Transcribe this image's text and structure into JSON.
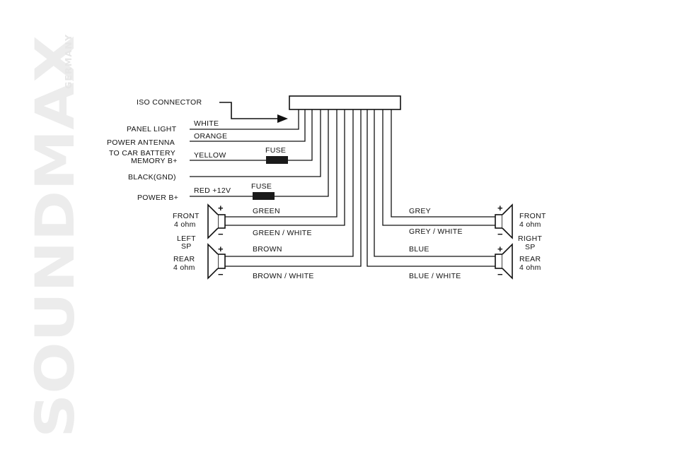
{
  "brand": {
    "name": "SOUNDMAX",
    "sub": "GERMANY"
  },
  "connector": {
    "label": "ISO CONNECTOR"
  },
  "left_labels": {
    "panel_light": "PANEL LIGHT",
    "power_antenna": "POWER ANTENNA",
    "to_car_battery": "TO CAR BATTERY",
    "memory_b": "MEMORY B+",
    "black_gnd": "BLACK(GND)",
    "power_b": "POWER B+"
  },
  "wires": {
    "white": "WHITE",
    "orange": "ORANGE",
    "yellow": "YELLOW",
    "red_12v": "RED +12V",
    "green": "GREEN",
    "green_white": "GREEN / WHITE",
    "brown": "BROWN",
    "brown_white": "BROWN / WHITE",
    "grey": "GREY",
    "grey_white": "GREY / WHITE",
    "blue": "BLUE",
    "blue_white": "BLUE / WHITE"
  },
  "fuse": {
    "label": "FUSE"
  },
  "speakers": {
    "front_left": {
      "line1": "FRONT",
      "line2": "4 ohm"
    },
    "left_sp": {
      "line1": "LEFT",
      "line2": "SP"
    },
    "rear_left": {
      "line1": "REAR",
      "line2": "4 ohm"
    },
    "front_right": {
      "line1": "FRONT",
      "line2": "4 ohm"
    },
    "right_sp": {
      "line1": "RIGHT",
      "line2": "SP"
    },
    "rear_right": {
      "line1": "REAR",
      "line2": "4 ohm"
    }
  },
  "polarity": {
    "plus": "+",
    "minus": "−"
  },
  "colors": {
    "ink": "#111111",
    "brand": "#ededed",
    "fuse": "#1a1a1a"
  }
}
